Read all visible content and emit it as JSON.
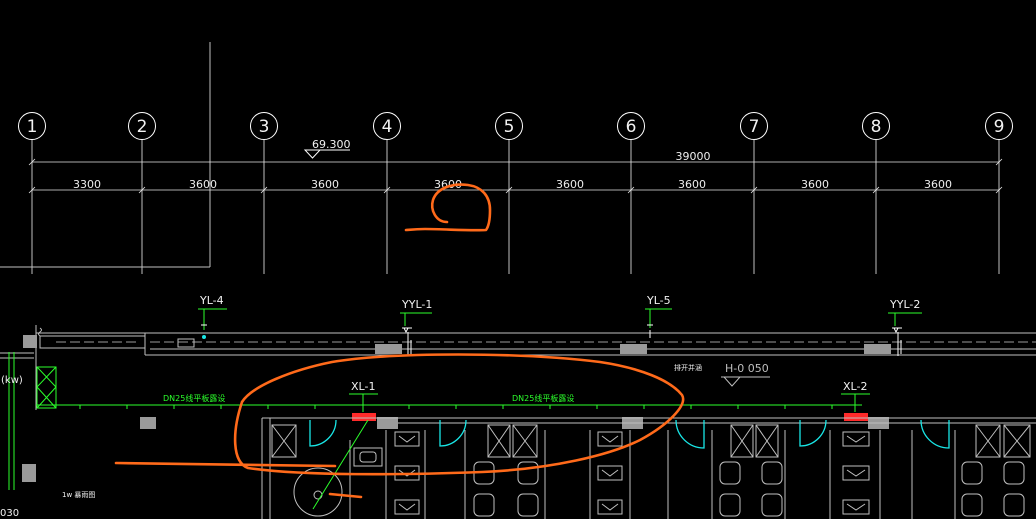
{
  "colors": {
    "background": "#000000",
    "line": "#ffffff",
    "green": "#2bff2b",
    "cyan": "#19e6e6",
    "orange": "#ff6a1a",
    "column": "#9a9a9a",
    "red": "#ff2a2a"
  },
  "grid": {
    "axes": [
      "1",
      "2",
      "3",
      "4",
      "5",
      "6",
      "7",
      "8",
      "9"
    ]
  },
  "dimensions": {
    "overall": "39000",
    "spans": [
      "3300",
      "3600",
      "3600",
      "3600",
      "3600",
      "3600",
      "3600",
      "3600"
    ]
  },
  "elevations": {
    "top": "69.300",
    "lower": "H-0 050"
  },
  "pipe_tags": {
    "yl_4": "YL-4",
    "yyl_1": "YYL-1",
    "yl_5": "YL-5",
    "yyl_2": "YYL-2",
    "xl_1": "XL-1",
    "xl_2": "XL-2"
  },
  "notes": {
    "pipe_laying_1": "DN25线平板露设",
    "pipe_laying_2": "DN25线平板露设",
    "small_note": "排开并涵",
    "left_unit": "(kw)",
    "left_bottom": "1w 暴雨图",
    "corner": "030"
  }
}
